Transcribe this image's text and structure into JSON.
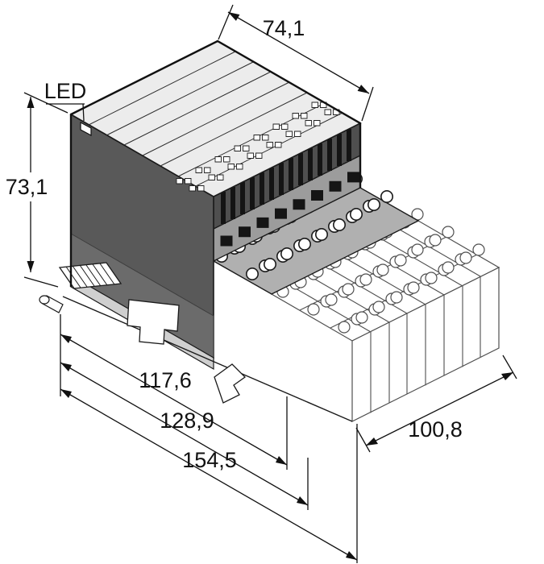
{
  "diagram": {
    "title": "isometric-dimension-drawing",
    "labels": {
      "led": "LED"
    },
    "dimensions": {
      "module_depth": "74,1",
      "module_height": "73,1",
      "length_a": "117,6",
      "length_b": "128,9",
      "length_c": "154,5",
      "base_depth": "100,8"
    },
    "colors": {
      "line": "#1a1a1a",
      "dim_line": "#111111",
      "top_face": "#ececec",
      "side_face_upper": "#595959",
      "side_face_lower": "#6b6b6b",
      "rib_band": "#4f4f4f",
      "socket_band": "#9c9c9c",
      "terminal_slope": "#b0b0b0",
      "base_strip": "#cfcfcf",
      "ghost_line": "#4f4f4f"
    }
  }
}
